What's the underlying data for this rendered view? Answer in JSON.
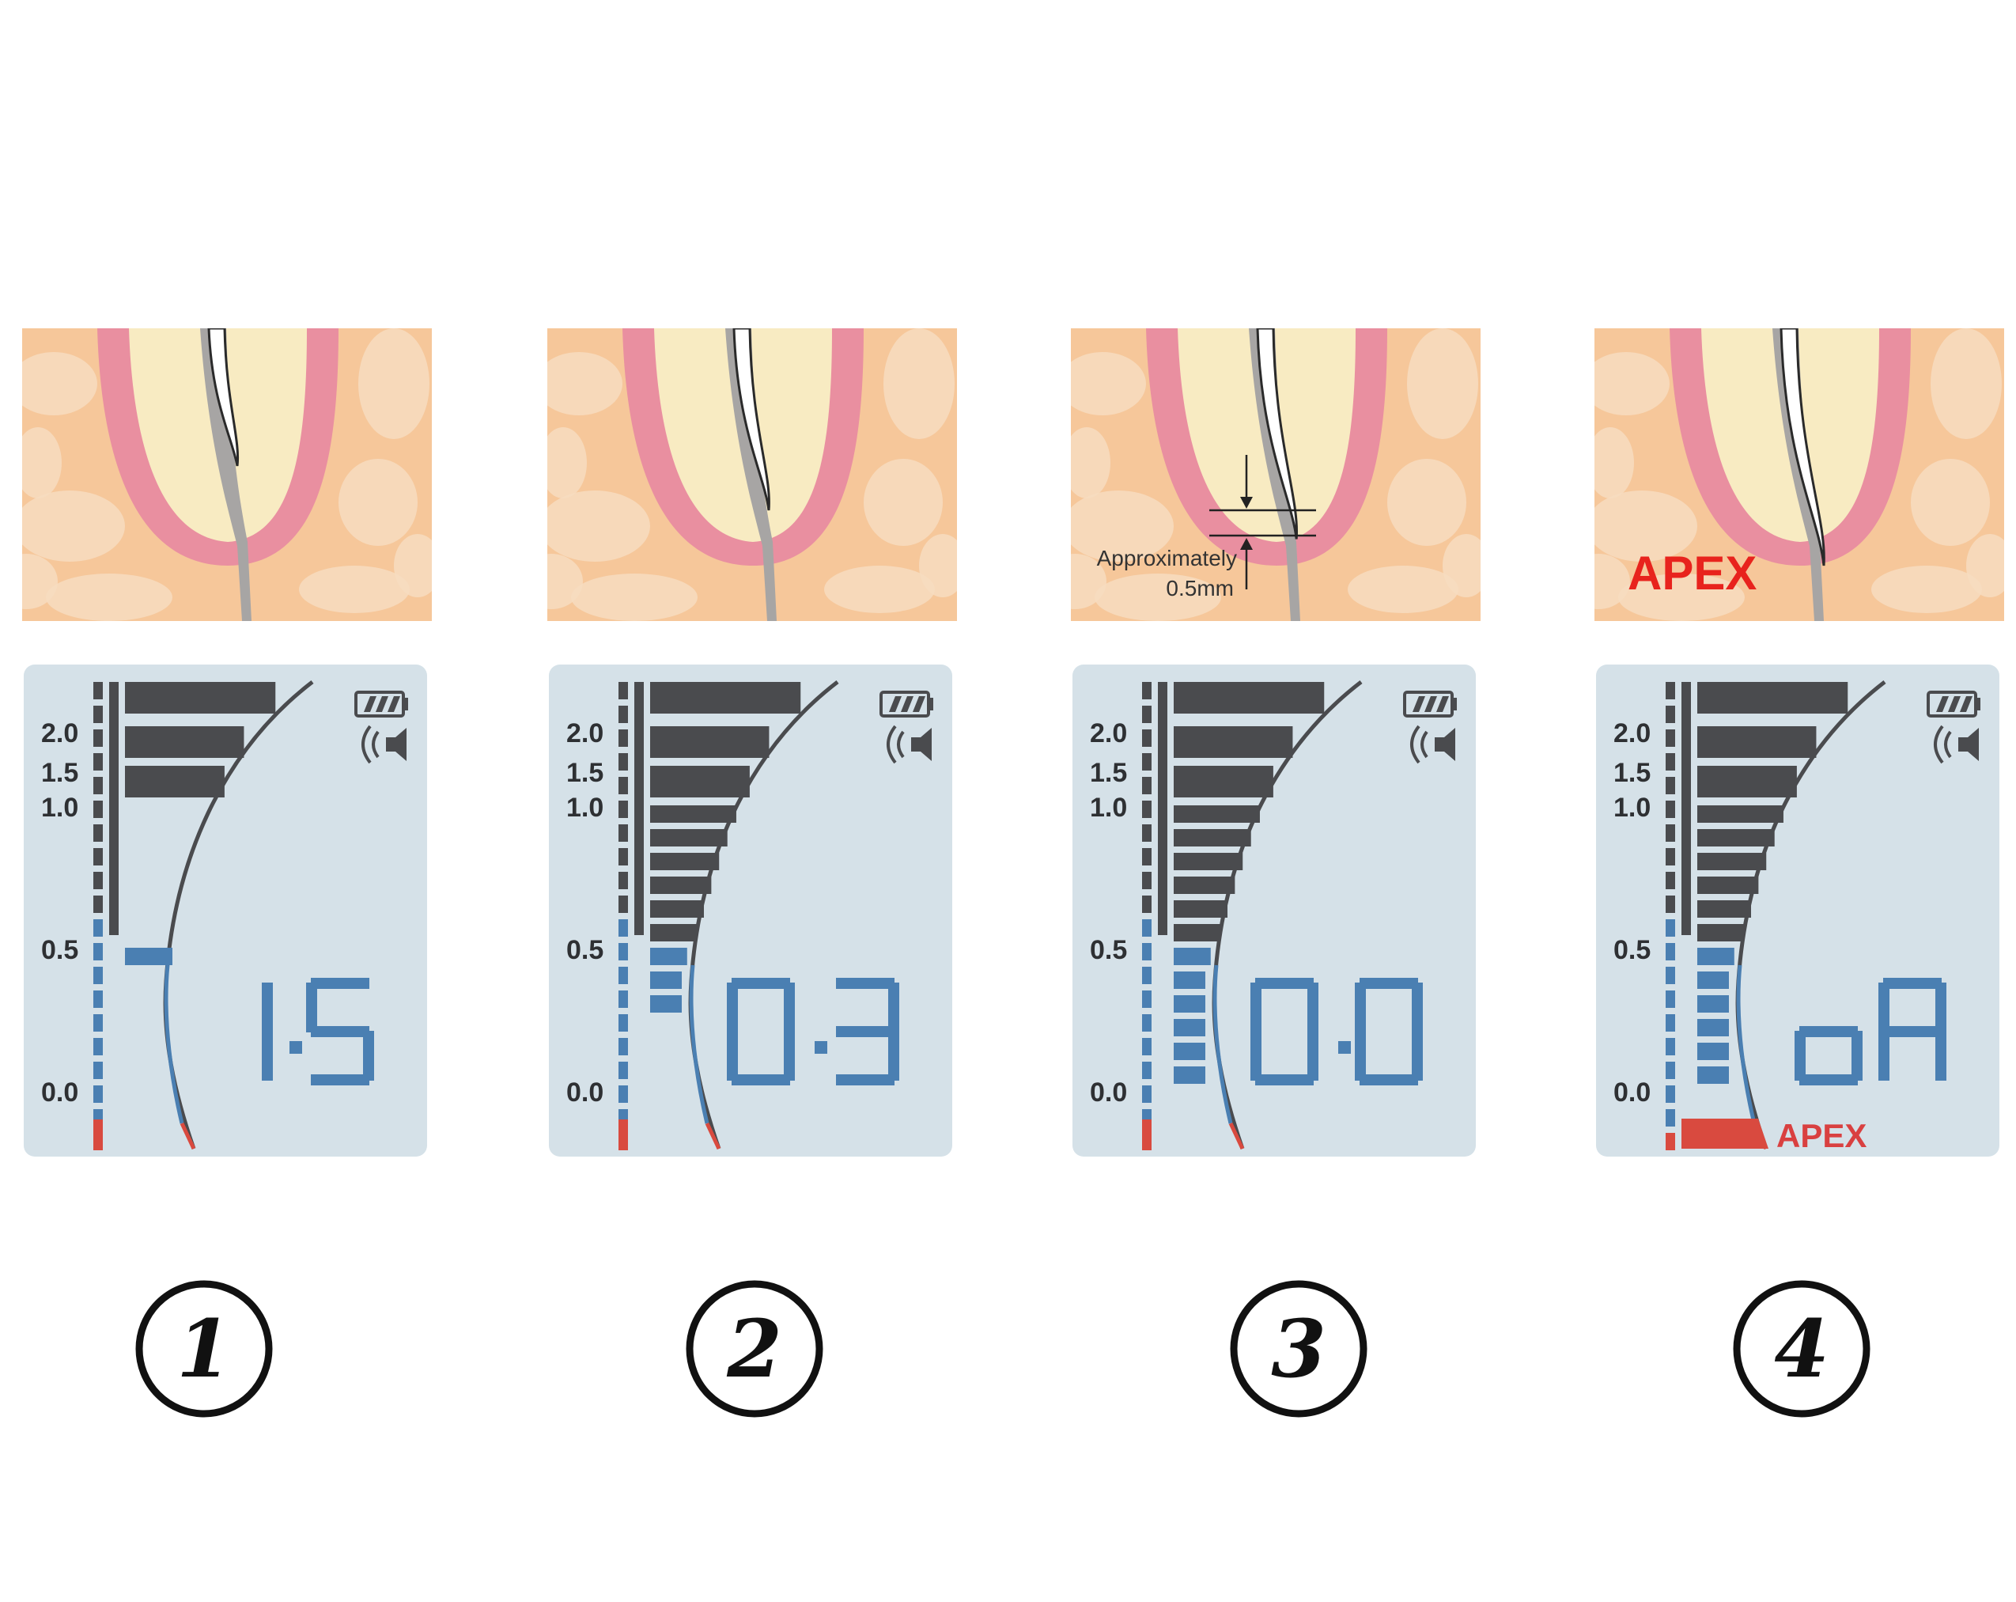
{
  "scale_labels": [
    "2.0",
    "1.5",
    "1.0",
    "0.5",
    "0.0"
  ],
  "stages": [
    {
      "step": "1",
      "display": "1.5",
      "file_depth": 0.55,
      "annotation": null,
      "apex_label": null,
      "lcd_apex_label": null,
      "bars": {
        "upper": 3,
        "blue": 1
      }
    },
    {
      "step": "2",
      "display": "0.3",
      "file_depth": 0.75,
      "annotation": null,
      "apex_label": null,
      "lcd_apex_label": null,
      "bars": {
        "upper": 10,
        "blue": 3
      }
    },
    {
      "step": "3",
      "display": "0.0",
      "file_depth": 0.88,
      "annotation": {
        "line1": "Approximately",
        "line2": "0.5mm"
      },
      "apex_label": null,
      "lcd_apex_label": null,
      "bars": {
        "upper": 10,
        "blue": 6
      }
    },
    {
      "step": "4",
      "display": "oA",
      "file_depth": 1.0,
      "annotation": null,
      "apex_label": "APEX",
      "lcd_apex_label": "APEX",
      "bars": {
        "upper": 10,
        "blue": 6
      }
    }
  ],
  "colors": {
    "bone": "#f6c79a",
    "bone_spot": "#f7dcc0",
    "gum": "#e98fa0",
    "dentin": "#f8ebc2",
    "canal": "#a7a5a4",
    "lcd_bg": "#d5e1e8",
    "bar_dark": "#4a4b4e",
    "bar_blue": "#4a7fb2",
    "bar_red": "#d94a3f",
    "apex_red": "#e8231d"
  }
}
